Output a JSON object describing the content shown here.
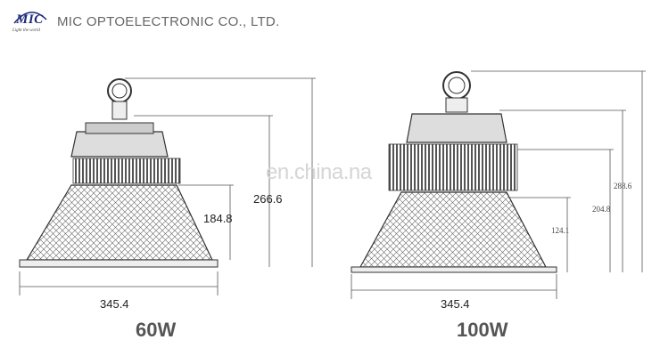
{
  "header": {
    "logo_text": "MIC",
    "logo_tagline": "Light the world",
    "company": "MIC OPTOELECTRONIC CO., LTD."
  },
  "watermark": "en.china.na",
  "left_product": {
    "wattage": "60W",
    "width": "345.4",
    "height_body": "184.8",
    "height_total": "266.6"
  },
  "right_product": {
    "wattage": "100W",
    "width": "345.4",
    "height_reflector": "124.1",
    "height_body": "204.8",
    "height_total": "288.6"
  },
  "colors": {
    "line": "#333333",
    "dim": "#555555",
    "watermark": "#d5d5d5"
  }
}
